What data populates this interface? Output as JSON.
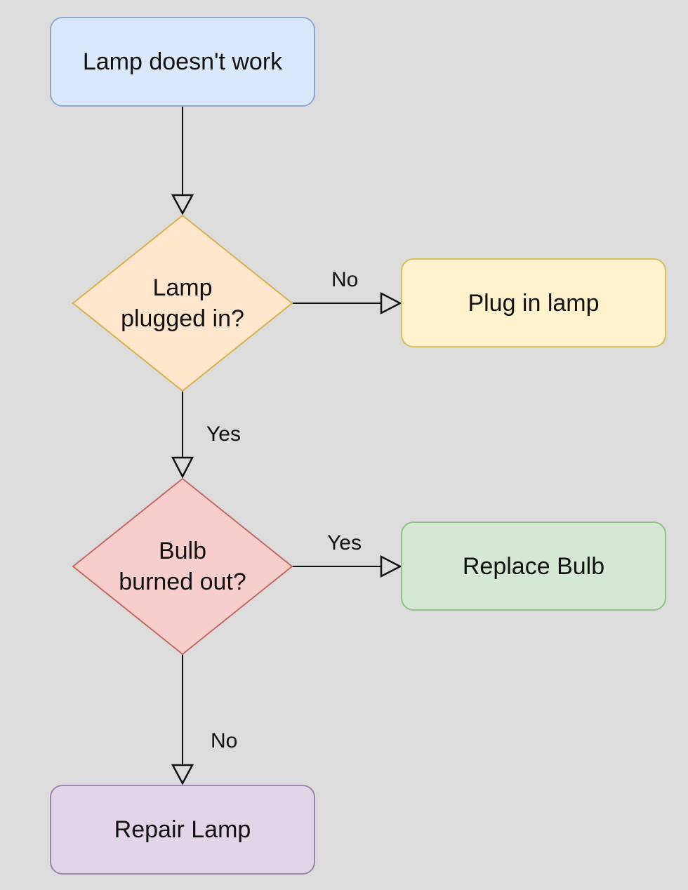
{
  "nodes": {
    "start": {
      "text": "Lamp doesn't work",
      "fill": "#dae8fc",
      "stroke": "#8fa9d6"
    },
    "plugged": {
      "text": "Lamp\nplugged in?",
      "fill": "#ffe6cc",
      "stroke": "#d8b24a"
    },
    "plug_in": {
      "text": "Plug in lamp",
      "fill": "#fff2cc",
      "stroke": "#d6c05a"
    },
    "bulb": {
      "text": "Bulb\nburned out?",
      "fill": "#f8cecc",
      "stroke": "#c26a66"
    },
    "replace": {
      "text": "Replace Bulb",
      "fill": "#d5e8d4",
      "stroke": "#8fc182"
    },
    "repair": {
      "text": "Repair Lamp",
      "fill": "#e1d5e7",
      "stroke": "#9d86ad"
    }
  },
  "edges": {
    "plugged_no": "No",
    "plugged_yes": "Yes",
    "bulb_yes": "Yes",
    "bulb_no": "No"
  },
  "colors": {
    "background": "#dcdcdc",
    "connector": "#111111"
  }
}
